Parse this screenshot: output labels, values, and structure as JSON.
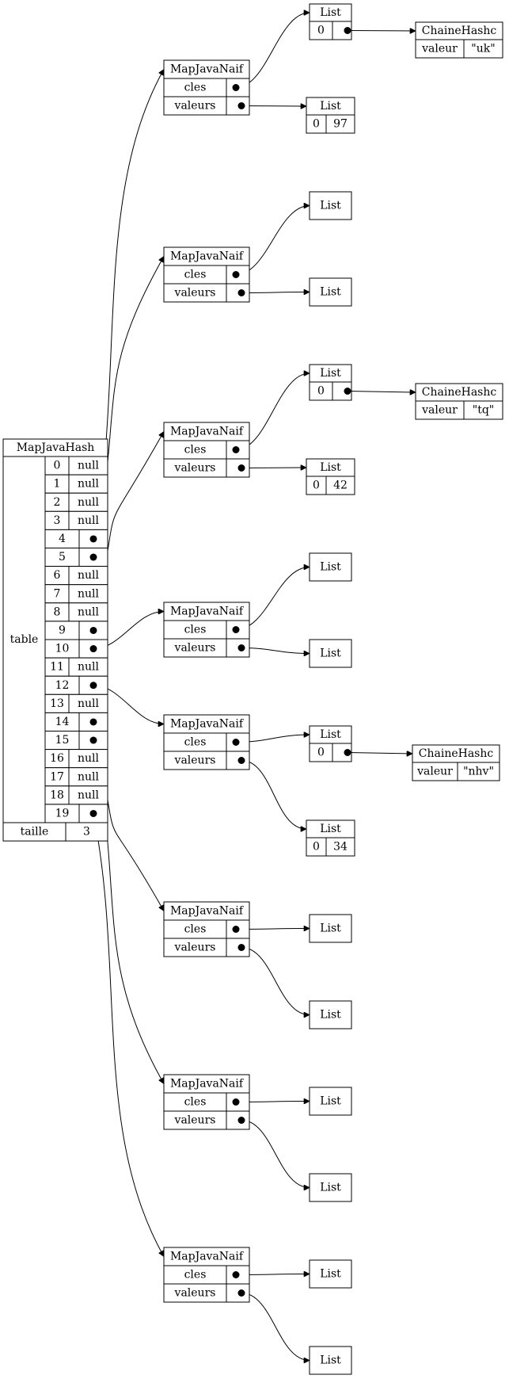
{
  "hash": {
    "title": "MapJavaHash",
    "table_label": "table",
    "size_label": "taille",
    "size_value": "3",
    "slots": [
      {
        "index": "0",
        "value": "null"
      },
      {
        "index": "1",
        "value": "null"
      },
      {
        "index": "2",
        "value": "null"
      },
      {
        "index": "3",
        "value": "null"
      },
      {
        "index": "4",
        "value": ""
      },
      {
        "index": "5",
        "value": ""
      },
      {
        "index": "6",
        "value": "null"
      },
      {
        "index": "7",
        "value": "null"
      },
      {
        "index": "8",
        "value": "null"
      },
      {
        "index": "9",
        "value": ""
      },
      {
        "index": "10",
        "value": ""
      },
      {
        "index": "11",
        "value": "null"
      },
      {
        "index": "12",
        "value": ""
      },
      {
        "index": "13",
        "value": "null"
      },
      {
        "index": "14",
        "value": ""
      },
      {
        "index": "15",
        "value": ""
      },
      {
        "index": "16",
        "value": "null"
      },
      {
        "index": "17",
        "value": "null"
      },
      {
        "index": "18",
        "value": "null"
      },
      {
        "index": "19",
        "value": ""
      }
    ]
  },
  "maps": [
    {
      "title": "MapJavaNaif",
      "keys_label": "cles",
      "values_label": "valeurs"
    },
    {
      "title": "MapJavaNaif",
      "keys_label": "cles",
      "values_label": "valeurs"
    },
    {
      "title": "MapJavaNaif",
      "keys_label": "cles",
      "values_label": "valeurs"
    },
    {
      "title": "MapJavaNaif",
      "keys_label": "cles",
      "values_label": "valeurs"
    },
    {
      "title": "MapJavaNaif",
      "keys_label": "cles",
      "values_label": "valeurs"
    },
    {
      "title": "MapJavaNaif",
      "keys_label": "cles",
      "values_label": "valeurs"
    },
    {
      "title": "MapJavaNaif",
      "keys_label": "cles",
      "values_label": "valeurs"
    },
    {
      "title": "MapJavaNaif",
      "keys_label": "cles",
      "values_label": "valeurs"
    }
  ],
  "lists": [
    {
      "title": "List",
      "index": "0",
      "value": ""
    },
    {
      "title": "List",
      "index": "0",
      "value": "97"
    },
    {
      "title": "List"
    },
    {
      "title": "List"
    },
    {
      "title": "List",
      "index": "0",
      "value": ""
    },
    {
      "title": "List",
      "index": "0",
      "value": "42"
    },
    {
      "title": "List"
    },
    {
      "title": "List"
    },
    {
      "title": "List",
      "index": "0",
      "value": ""
    },
    {
      "title": "List",
      "index": "0",
      "value": "34"
    },
    {
      "title": "List"
    },
    {
      "title": "List"
    },
    {
      "title": "List"
    },
    {
      "title": "List"
    },
    {
      "title": "List"
    },
    {
      "title": "List"
    }
  ],
  "strings": [
    {
      "title": "ChaineHashc",
      "label": "valeur",
      "value": "\"uk\""
    },
    {
      "title": "ChaineHashc",
      "label": "valeur",
      "value": "\"tq\""
    },
    {
      "title": "ChaineHashc",
      "label": "valeur",
      "value": "\"nhv\""
    }
  ]
}
